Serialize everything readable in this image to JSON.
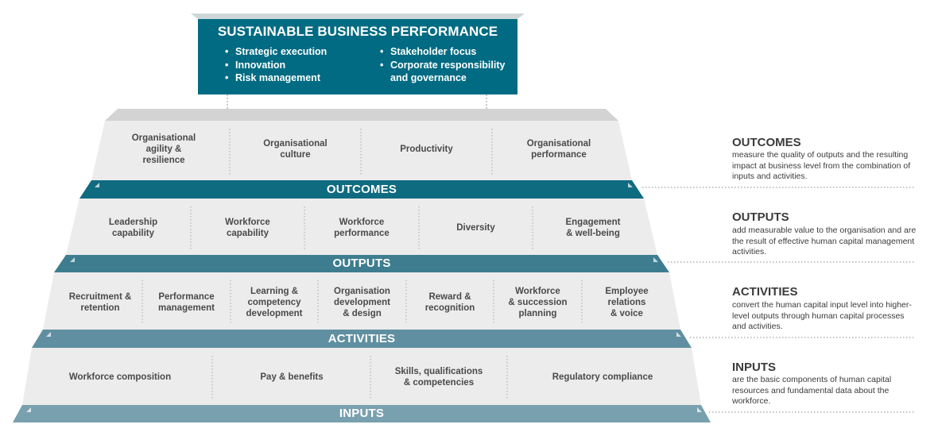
{
  "header": {
    "title": "SUSTAINABLE BUSINESS PERFORMANCE",
    "bullets_left": [
      "Strategic execution",
      "Innovation",
      "Risk management"
    ],
    "bullets_right": [
      "Stakeholder focus",
      "Corporate responsibility\nand governance"
    ],
    "bullet_char": "•"
  },
  "tiers": {
    "outcomes_items": [
      "Organisational\nagility &\nresilience",
      "Organisational\nculture",
      "Productivity",
      "Organisational\nperformance"
    ],
    "outputs_items": [
      "Leadership\ncapability",
      "Workforce\ncapability",
      "Workforce\nperformance",
      "Diversity",
      "Engagement\n& well-being"
    ],
    "activities_items": [
      "Recruitment &\nretention",
      "Performance\nmanagement",
      "Learning &\ncompetency\ndevelopment",
      "Organisation\ndevelopment\n& design",
      "Reward &\nrecognition",
      "Workforce\n& succession\nplanning",
      "Employee\nrelations\n& voice"
    ],
    "inputs_items": [
      "Workforce composition",
      "Pay & benefits",
      "Skills, qualifications\n& competencies",
      "Regulatory compliance"
    ]
  },
  "bands": {
    "outcomes": "OUTCOMES",
    "outputs": "OUTPUTS",
    "activities": "ACTIVITIES",
    "inputs": "INPUTS"
  },
  "side": {
    "outcomes": {
      "title": "OUTCOMES",
      "desc": "measure the quality of outputs and the resulting impact at business level from the combination of inputs and activities."
    },
    "outputs": {
      "title": "OUTPUTS",
      "desc": "add measurable value to the organisation and are the result of effective human capital management activities."
    },
    "activities": {
      "title": "ACTIVITIES",
      "desc": "convert the human capital input level into higher-level outputs through human capital processes and activities."
    },
    "inputs": {
      "title": "INPUTS",
      "desc": "are the basic components of human capital resources and fundamental data about the workforce."
    }
  },
  "colors": {
    "header_bg": "#006b82",
    "band_outcomes": "#0f6b80",
    "band_outputs": "#3d7d8f",
    "band_activities": "#5f8fa0",
    "band_inputs": "#79a0ae",
    "tier_face": "#ececec",
    "tier_top": "#d3d3d3"
  }
}
